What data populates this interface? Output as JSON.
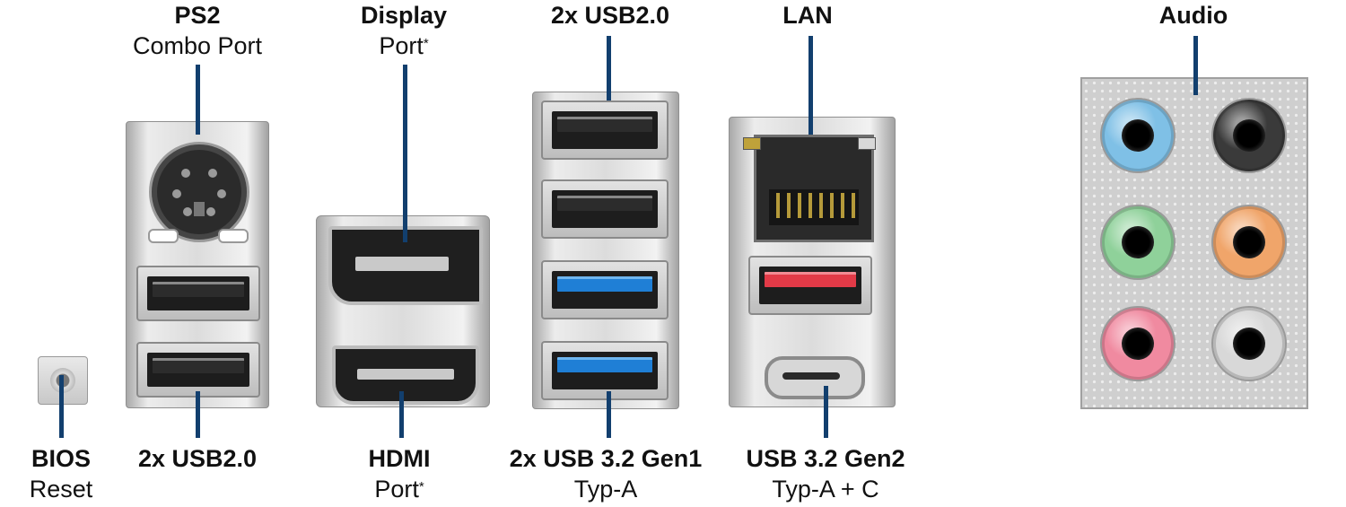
{
  "labels": {
    "ps2": {
      "title": "PS2",
      "sub": "Combo Port"
    },
    "displayport": {
      "title": "Display",
      "sub": "Port",
      "mark": "*"
    },
    "usb2_top": {
      "title": "2x USB2.0"
    },
    "lan": {
      "title": "LAN"
    },
    "audio": {
      "title": "Audio"
    },
    "bios": {
      "title": "BIOS",
      "sub": "Reset"
    },
    "usb2_bottom": {
      "title": "2x USB2.0"
    },
    "hdmi": {
      "title": "HDMI",
      "sub": "Port",
      "mark": "*"
    },
    "usb32g1": {
      "title": "2x USB 3.2 Gen1",
      "sub": "Typ-A"
    },
    "usb32g2": {
      "title": "USB 3.2 Gen2",
      "sub": "Typ-A + C"
    }
  },
  "colors": {
    "leader_line": "#123f6e",
    "usb2_tongue": "#1a1a1a",
    "usb3_gen1_tongue": "#1f7fd6",
    "usb3_gen2_tongue": "#e23a47",
    "audio_jacks": [
      "#7fc0e6",
      "#3a3a3a",
      "#8fd19a",
      "#f0a56a",
      "#f08aa0",
      "#d8d8d8"
    ]
  }
}
